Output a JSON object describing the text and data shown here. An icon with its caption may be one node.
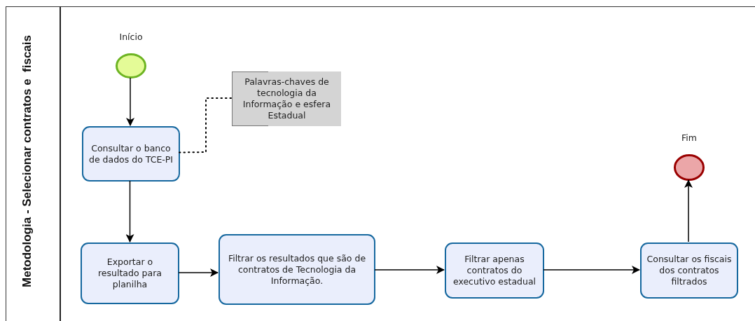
{
  "diagram": {
    "nodes": [
      {
        "text": [
          "Metodologia - Selecionar contratos e  fiscais"
        ]
      },
      {
        "text": [],
        "shape": "circle",
        "beside": [
          "Início"
        ],
        "in": 0
      },
      {
        "text": [
          "Consultar o banco de dados do TCE-PI"
        ],
        "in": 0
      },
      {
        "text": [
          "Palavras-chaves de tecnologia da Informação e esfera Estadual"
        ],
        "in": 0
      },
      {
        "text": [
          "Exportar o resultado para planilha"
        ],
        "in": 0
      },
      {
        "text": [
          "Filtrar os resultados que são de contratos de Tecnologia da Informação."
        ],
        "in": 0
      },
      {
        "text": [
          "Filtrar apenas contratos do executivo estadual"
        ],
        "in": 0
      },
      {
        "text": [
          "Consultar os fiscais dos contratos filtrados"
        ],
        "in": 0
      },
      {
        "text": [],
        "shape": "circle",
        "beside": [
          "Fim"
        ],
        "in": 0
      }
    ],
    "edges": [
      {
        "from": 1,
        "to": 2,
        "arrow": "to"
      },
      {
        "from": 2,
        "to": 3,
        "arrow": "none",
        "style": "dashed"
      },
      {
        "from": 2,
        "to": 4,
        "arrow": "to"
      },
      {
        "from": 4,
        "to": 5,
        "arrow": "to"
      },
      {
        "from": 5,
        "to": 6,
        "arrow": "to"
      },
      {
        "from": 6,
        "to": 7,
        "arrow": "to"
      },
      {
        "from": 7,
        "to": 8,
        "arrow": "to"
      }
    ]
  }
}
